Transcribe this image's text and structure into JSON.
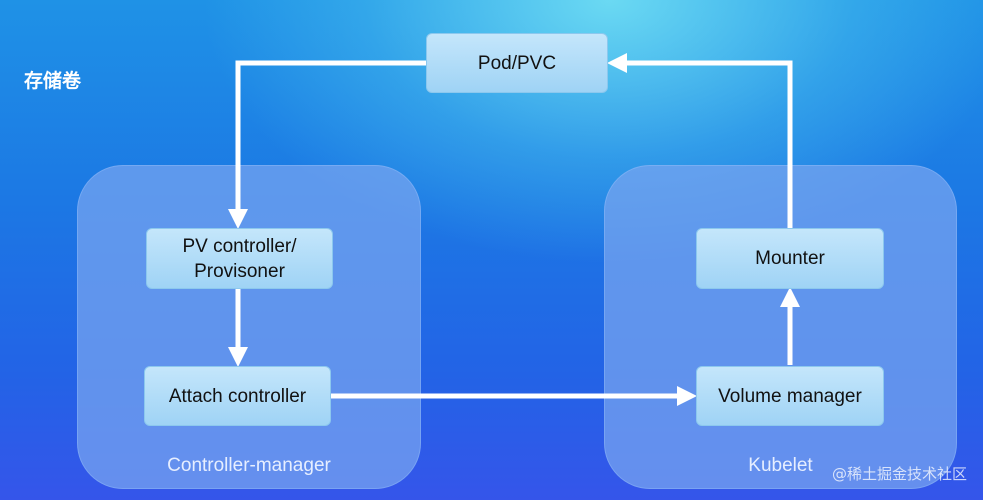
{
  "title": "存储卷",
  "groups": {
    "controller_manager": "Controller-manager",
    "kubelet": "Kubelet"
  },
  "nodes": {
    "pod_pvc": "Pod/PVC",
    "pv_controller": "PV controller/\nProvisoner",
    "attach_controller": "Attach controller",
    "mounter": "Mounter",
    "volume_manager": "Volume manager"
  },
  "watermark": "@稀土掘金技术社区",
  "colors": {
    "node_fill": "#b6dff8",
    "group_fill": "#78a5f0",
    "arrow": "#ffffff"
  }
}
